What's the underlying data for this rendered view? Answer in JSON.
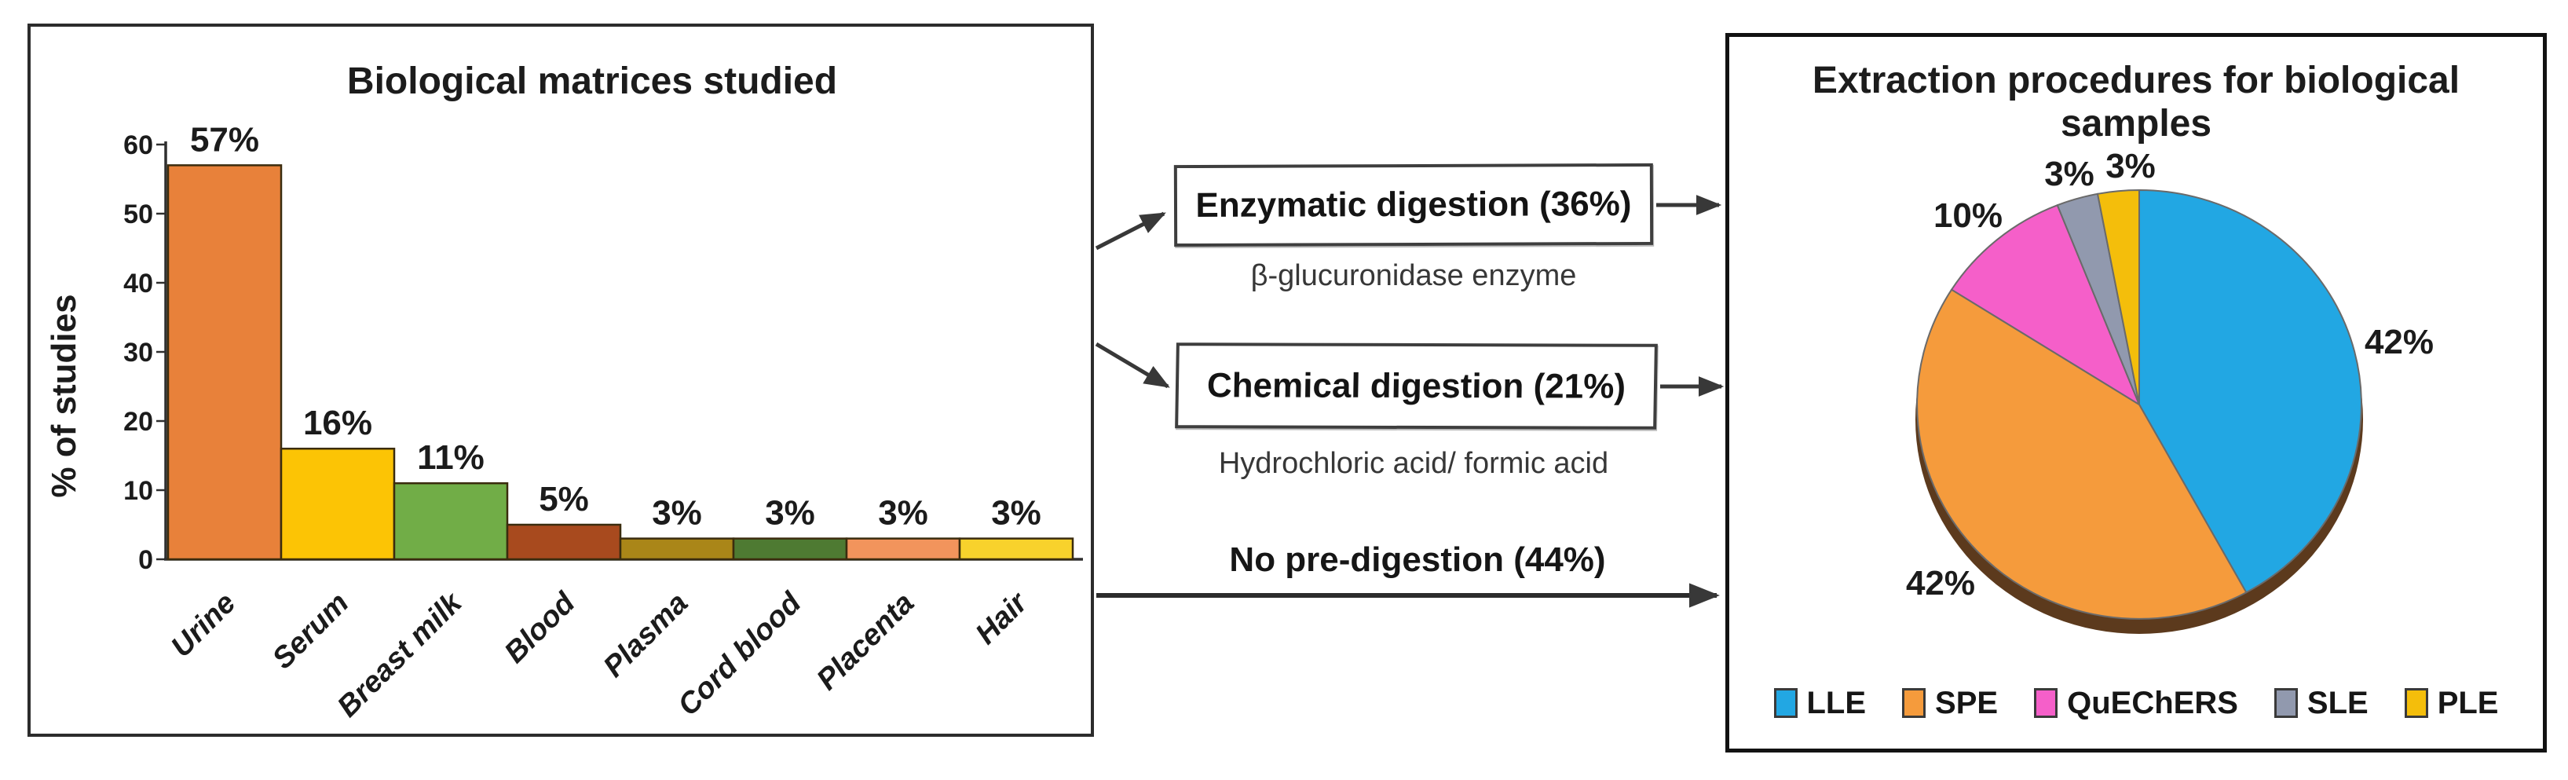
{
  "middle": {
    "enzymatic_box_label": "Enzymatic digestion (36%)",
    "enzymatic_caption": "β-glucuronidase enzyme",
    "chemical_box_label": "Chemical digestion (21%)",
    "chemical_caption": "Hydrochloric acid/ formic acid",
    "no_predigestion_label": "No pre-digestion (44%)"
  },
  "chart_data": [
    {
      "type": "bar",
      "title": "Biological matrices studied",
      "xlabel": "",
      "ylabel": "% of studies",
      "ylim": [
        0,
        60
      ],
      "yticks": [
        0,
        10,
        20,
        30,
        40,
        50,
        60
      ],
      "grid": false,
      "categories": [
        "Urine",
        "Serum",
        "Breast milk",
        "Blood",
        "Plasma",
        "Cord blood",
        "Placenta",
        "Hair"
      ],
      "values": [
        57,
        16,
        11,
        5,
        3,
        3,
        3,
        3
      ],
      "value_labels": [
        "57%",
        "16%",
        "11%",
        "5%",
        "3%",
        "3%",
        "3%",
        "3%"
      ],
      "bar_colors": [
        "#E8813A",
        "#FCC405",
        "#71AD47",
        "#A84A1E",
        "#AA8618",
        "#4E7A32",
        "#F2945C",
        "#F8D22C"
      ],
      "bar_outline_color": "#3b2c0e",
      "axis_color": "#2f2f2f"
    },
    {
      "type": "pie",
      "title": "Extraction procedures for biological samples",
      "labels": [
        "LLE",
        "SPE",
        "QuEChERS",
        "SLE",
        "PLE"
      ],
      "values": [
        42,
        42,
        10,
        3,
        3
      ],
      "value_labels": [
        "42%",
        "42%",
        "10%",
        "3%",
        "3%"
      ],
      "colors": [
        "#22A7E3",
        "#F59B3C",
        "#F55FC9",
        "#9199AE",
        "#F4BE0B"
      ],
      "slice_outline_color": "#6a6a6a",
      "shadow_color": "#5C3A1D",
      "start_angle": "top",
      "direction": "clockwise",
      "legend_position": "bottom"
    }
  ]
}
